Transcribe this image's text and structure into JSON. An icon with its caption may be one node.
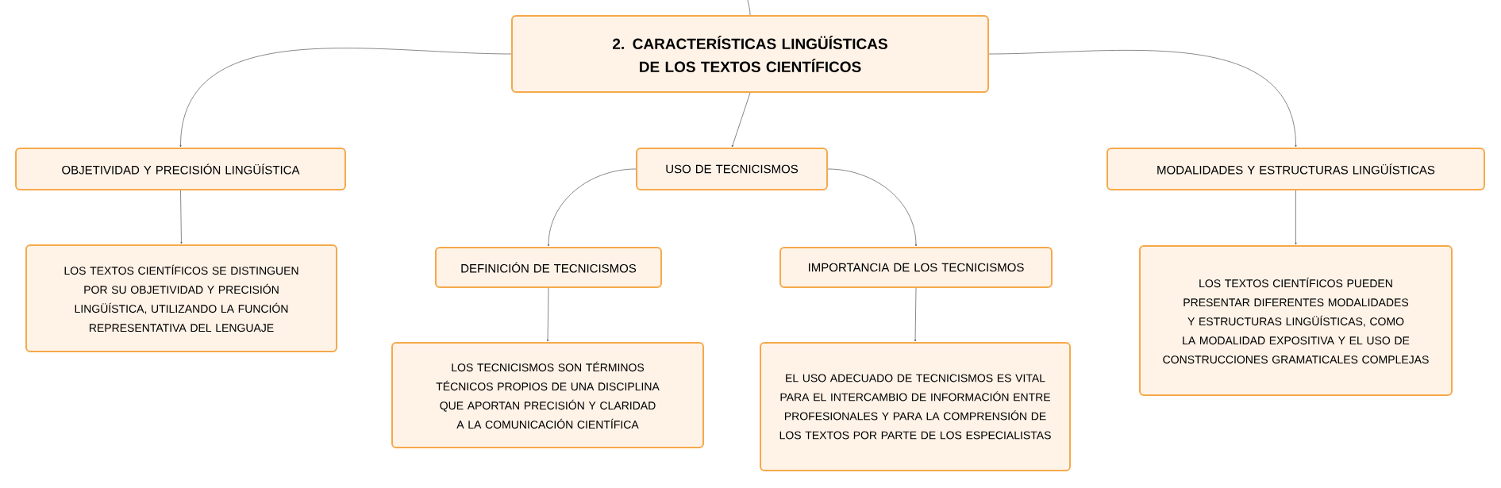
{
  "diagram": {
    "nodes": [
      {
        "text": [
          "2. CARACTERÍSTICAS LINGÜÍSTICAS DE LOS TEXTOS CIENTÍFICOS"
        ]
      },
      {
        "text": [
          "OBJETIVIDAD Y PRECISIÓN LINGÜÍSTICA"
        ]
      },
      {
        "text": [
          "USO DE TECNICISMOS"
        ]
      },
      {
        "text": [
          "MODALIDADES Y ESTRUCTURAS LINGÜÍSTICAS"
        ]
      },
      {
        "text": [
          "LOS TEXTOS CIENTÍFICOS SE DISTINGUEN POR SU OBJETIVIDAD Y PRECISIÓN LINGÜÍSTICA, UTILIZANDO LA FUNCIÓN REPRESENTATIVA DEL LENGUAJE"
        ]
      },
      {
        "text": [
          "DEFINICIÓN DE TECNICISMOS"
        ]
      },
      {
        "text": [
          "IMPORTANCIA DE LOS TECNICISMOS"
        ]
      },
      {
        "text": [
          "LOS TECNICISMOS SON TÉRMINOS TÉCNICOS PROPIOS DE UNA DISCIPLINA QUE APORTAN PRECISIÓN Y CLARIDAD A LA COMUNICACIÓN CIENTÍFICA"
        ]
      },
      {
        "text": [
          "EL USO ADECUADO DE TECNICISMOS ES VITAL PARA EL INTERCAMBIO DE INFORMACIÓN ENTRE PROFESIONALES Y PARA LA COMPRENSIÓN DE LOS TEXTOS POR PARTE DE LOS ESPECIALISTAS"
        ]
      },
      {
        "text": [
          "LOS TEXTOS CIENTÍFICOS PUEDEN PRESENTAR DIFERENTES MODALIDADES Y ESTRUCTURAS LINGÜÍSTICAS, COMO LA MODALIDAD EXPOSITIVA Y EL USO DE CONSTRUCCIONES GRAMATICALES COMPLEJAS"
        ]
      }
    ],
    "edges": [
      {
        "from": null,
        "to": 0,
        "arrow": "none"
      },
      {
        "from": 0,
        "to": 1,
        "arrow": "to"
      },
      {
        "from": 0,
        "to": 2,
        "arrow": "to"
      },
      {
        "from": 0,
        "to": 3,
        "arrow": "to"
      },
      {
        "from": 1,
        "to": 4,
        "arrow": "to"
      },
      {
        "from": 2,
        "to": 5,
        "arrow": "to"
      },
      {
        "from": 2,
        "to": 6,
        "arrow": "to"
      },
      {
        "from": 5,
        "to": 7,
        "arrow": "to"
      },
      {
        "from": 6,
        "to": 8,
        "arrow": "to"
      },
      {
        "from": 3,
        "to": 9,
        "arrow": "to"
      }
    ]
  }
}
